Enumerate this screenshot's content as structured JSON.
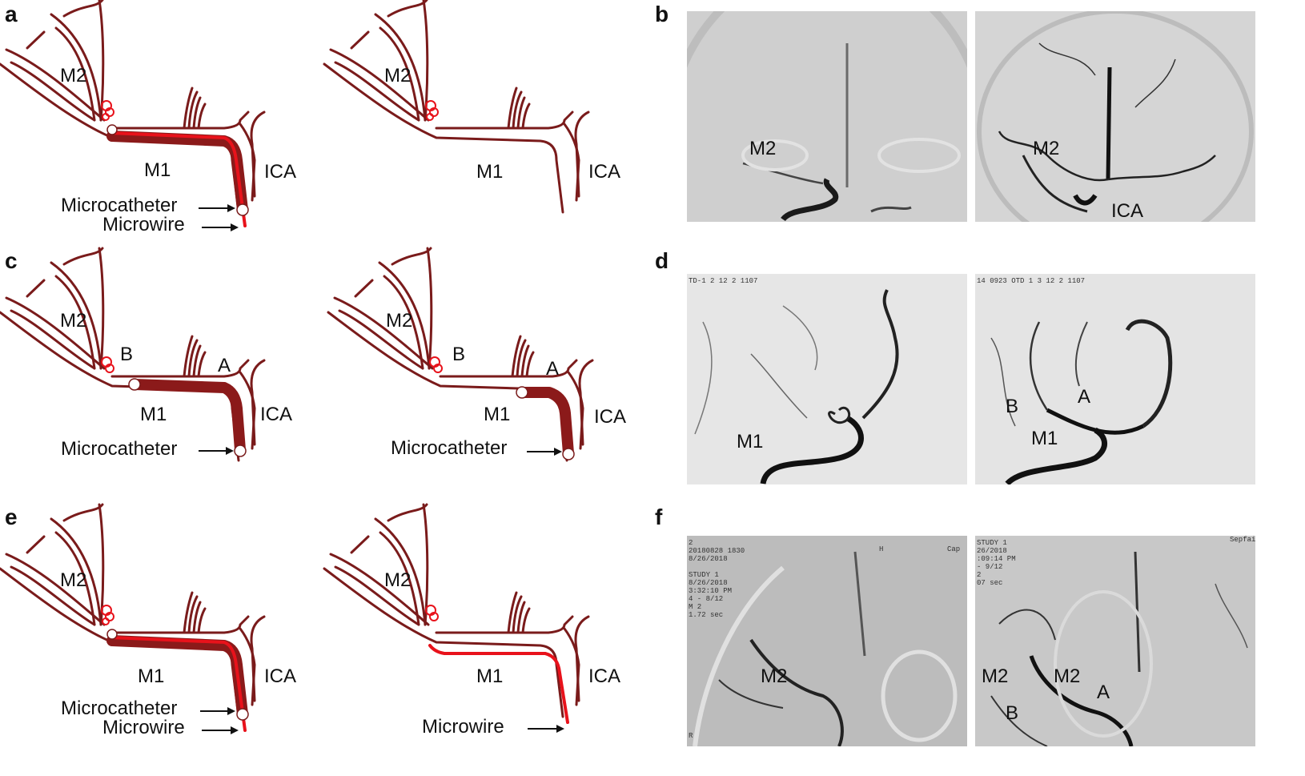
{
  "panels": {
    "a": "a",
    "b": "b",
    "c": "c",
    "d": "d",
    "e": "e",
    "f": "f"
  },
  "schematic_labels": {
    "m2": "M2",
    "m1": "M1",
    "ica": "ICA",
    "point_a": "A",
    "point_b": "B",
    "microcatheter": "Microcatheter",
    "microwire": "Microwire"
  },
  "angio_labels": {
    "b_left_m2": "M2",
    "b_right_m2": "M2",
    "b_right_ica": "ICA",
    "d_left_m1": "M1",
    "d_right_b": "B",
    "d_right_a": "A",
    "d_right_m1": "M1",
    "f_left_m2": "M2",
    "f_right_m2a": "M2",
    "f_right_m2b": "M2",
    "f_right_a": "A",
    "f_right_b": "B"
  },
  "angio_overlays": {
    "f_left_header": "H",
    "f_left_header2": "Cap",
    "f_left_side": "2\n20180828 1830\n8/26/2018\n\nSTUDY 1\n8/26/2018\n3:32:10 PM\n4 - 8/12\nM 2\n1.72 sec",
    "f_right_side": "STUDY 1\n26/2018\n:09:14 PM\n- 9/12\n2\n07 sec",
    "f_right_header": "Sepfai",
    "d_left_header": "TD-1 2 12 2 1107",
    "d_right_header": "14 0923 OTD 1 3 12 2 1107",
    "f_left_footer": "R"
  },
  "colors": {
    "vessel": "#7a1b1b",
    "microcatheter": "#8b1a1a",
    "microwire": "#e8121b"
  }
}
